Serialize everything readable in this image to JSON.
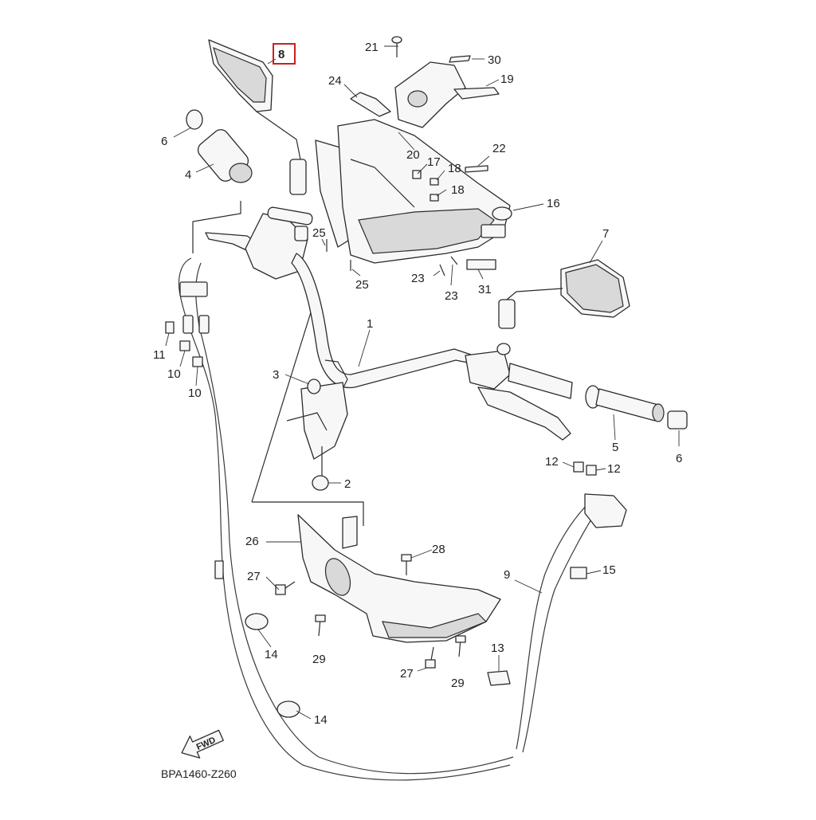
{
  "diagram": {
    "highlighted_callout": "8",
    "diagram_code": "BPA1460-Z260",
    "fwd_text": "FWD",
    "callouts": {
      "c1": "1",
      "c2": "2",
      "c3": "3",
      "c4": "4",
      "c5": "5",
      "c6a": "6",
      "c6b": "6",
      "c7": "7",
      "c9": "9",
      "c10a": "10",
      "c10b": "10",
      "c11": "11",
      "c12a": "12",
      "c12b": "12",
      "c13": "13",
      "c14a": "14",
      "c14b": "14",
      "c15": "15",
      "c16": "16",
      "c17": "17",
      "c18a": "18",
      "c18b": "18",
      "c19": "19",
      "c20": "20",
      "c21": "21",
      "c22": "22",
      "c23a": "23",
      "c23b": "23",
      "c24": "24",
      "c25a": "25",
      "c25b": "25",
      "c26": "26",
      "c27a": "27",
      "c27b": "27",
      "c28": "28",
      "c29a": "29",
      "c29b": "29",
      "c30": "30",
      "c31": "31"
    },
    "colors": {
      "highlight_box": "#cc1f1f",
      "line": "#2b2b2b"
    }
  }
}
